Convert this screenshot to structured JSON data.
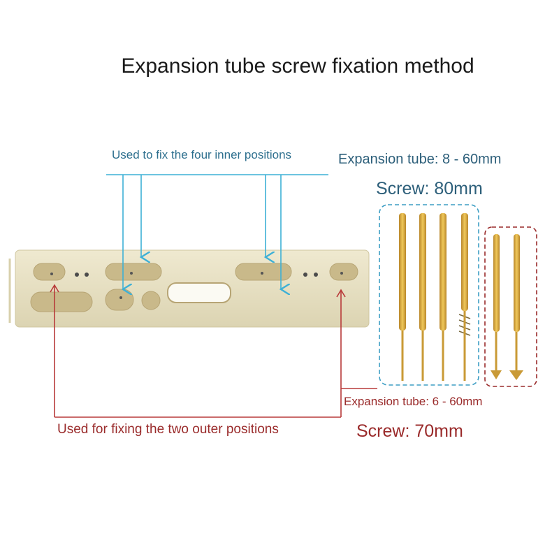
{
  "title": "Expansion tube screw fixation method",
  "callouts": {
    "inner": "Used to fix the four inner positions",
    "outer": "Used for fixing the two outer positions"
  },
  "spec_group_a": {
    "tube": "Expansion tube: 8 - 60mm",
    "screw": "Screw: 80mm",
    "color": "#3d9ec4",
    "count": 4
  },
  "spec_group_b": {
    "tube": "Expansion tube: 6 - 60mm",
    "screw": "Screw: 70mm",
    "color": "#9a2b2b",
    "count": 2
  },
  "colors": {
    "inner_arrow": "#3db0d6",
    "outer_arrow": "#b83a3a",
    "board": "#e8e2c6",
    "screw": "#d9aa3a"
  }
}
